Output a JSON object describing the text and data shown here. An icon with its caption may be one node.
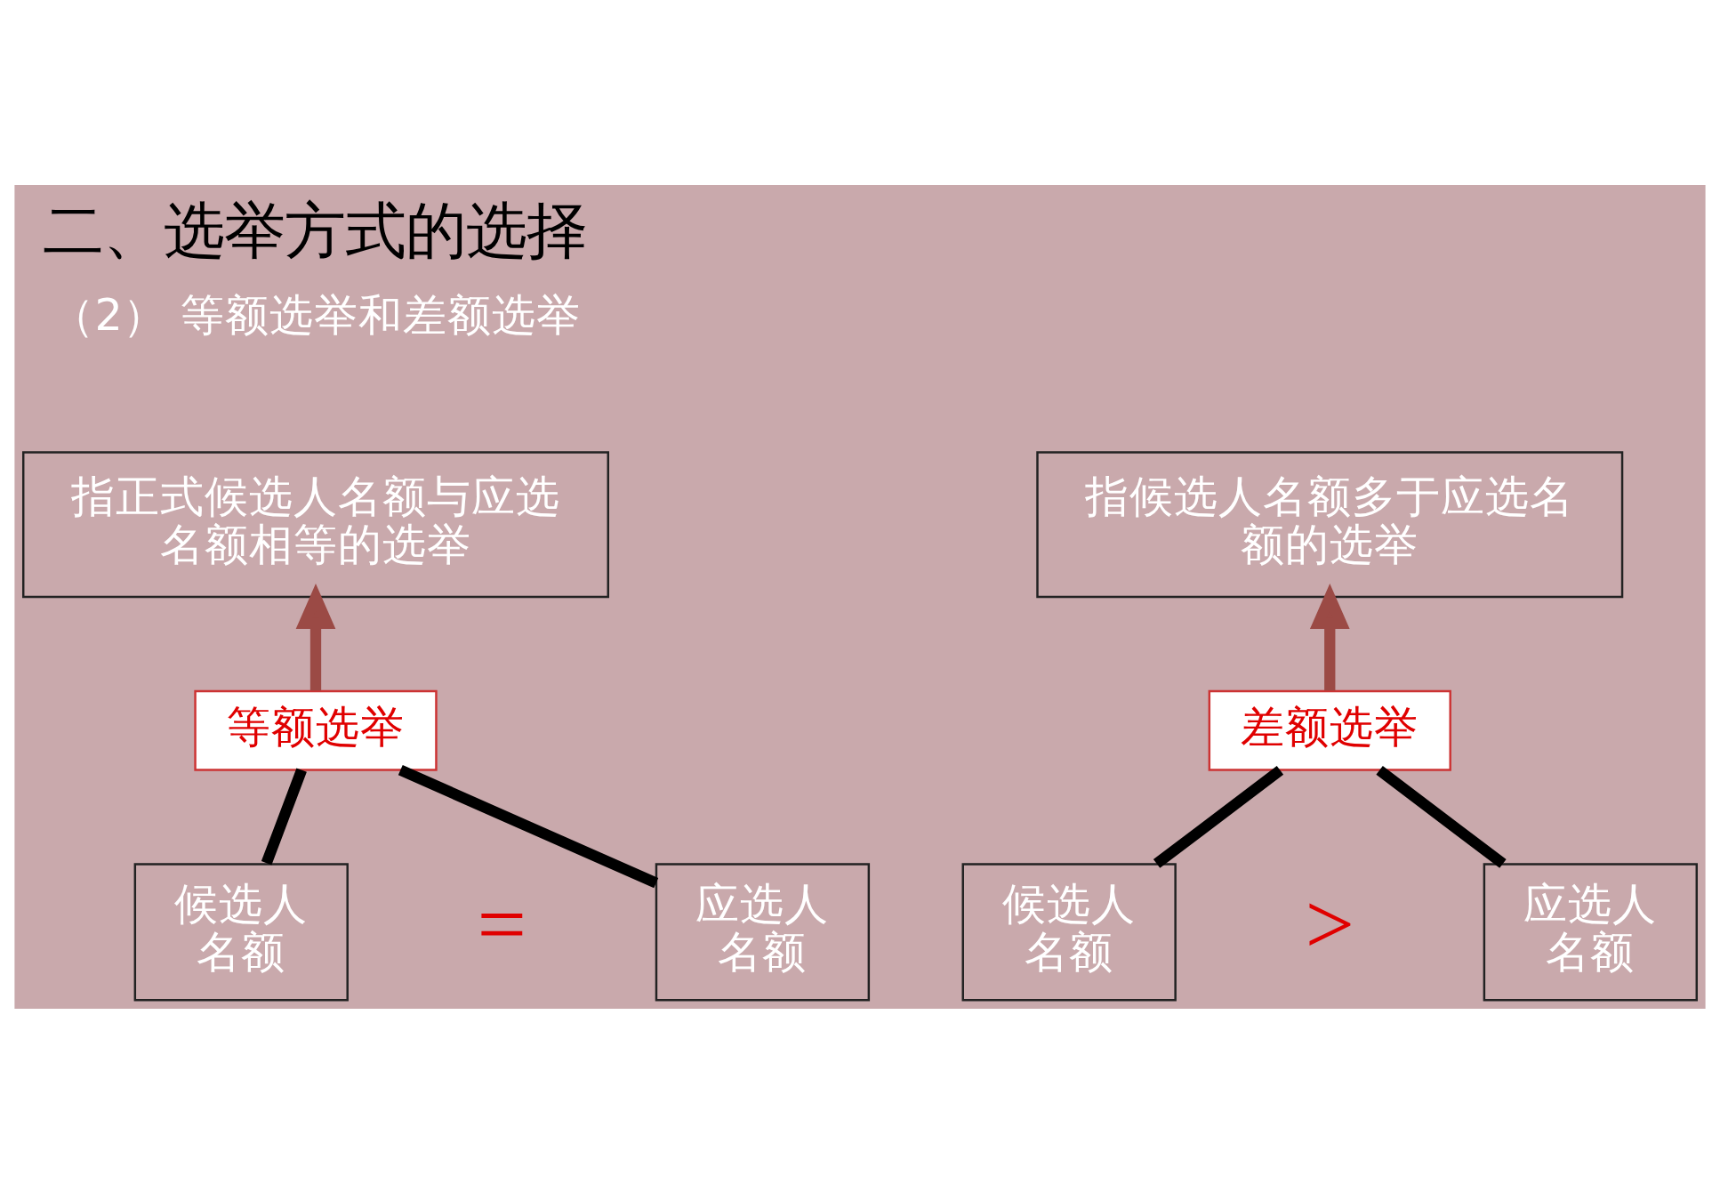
{
  "diagram": {
    "title": "二、选举方式的选择",
    "nodes": [
      {
        "text": [
          "指正式候选人名额与应选名额相等的选举"
        ]
      },
      {
        "text": [
          "指候选人名额多于应选名额的选举"
        ]
      },
      {
        "text": [
          "等额选举"
        ]
      },
      {
        "text": [
          "差额选举"
        ]
      },
      {
        "text": [
          "候选人名额"
        ]
      },
      {
        "text": [
          "应选人名额"
        ]
      },
      {
        "text": [
          "候选人名额"
        ]
      },
      {
        "text": [
          "应选人名额"
        ]
      }
    ],
    "edges": [
      {
        "from": 2,
        "to": 0,
        "arrow": "to",
        "color": "#9b4a45"
      },
      {
        "from": 3,
        "to": 1,
        "arrow": "to",
        "color": "#9b4a45"
      },
      {
        "from": 4,
        "to": 2,
        "arrow": "none"
      },
      {
        "from": 5,
        "to": 2,
        "arrow": "none"
      },
      {
        "from": 6,
        "to": 3,
        "arrow": "none"
      },
      {
        "from": 7,
        "to": 3,
        "arrow": "none"
      }
    ],
    "labels": [
      "（2） 等额选举和差额选举",
      "=",
      ">"
    ]
  }
}
